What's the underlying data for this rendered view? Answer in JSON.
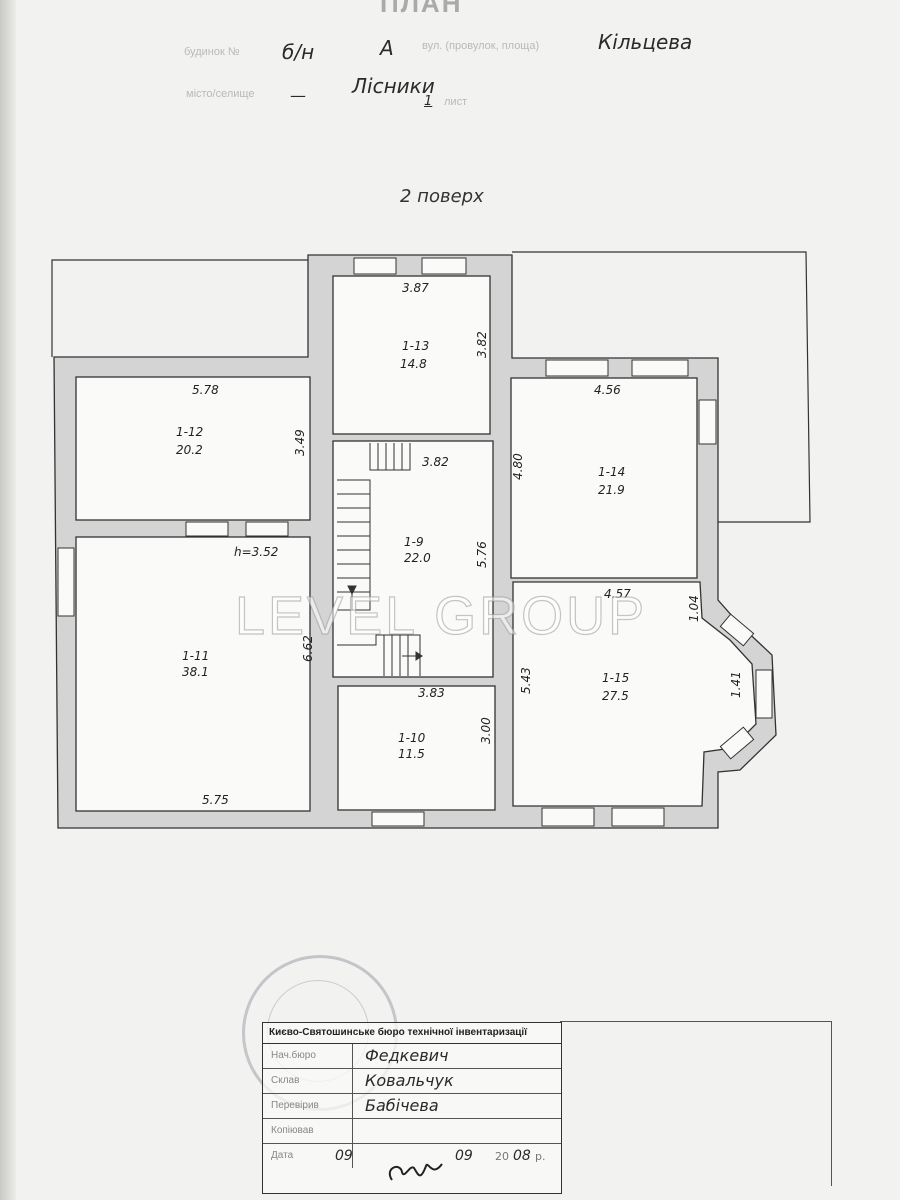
{
  "header": {
    "title": "ПЛАН",
    "house_no_label": "будинок №",
    "house_no": "б/н",
    "letter": "А",
    "street_label": "вул. (провулок, площа)",
    "street": "Кільцева",
    "village_label": "місто/селище",
    "village_dash": "—",
    "village": "Лісники",
    "sheet": "1",
    "sheet_unit": "лист"
  },
  "floor_title": "2 поверх",
  "watermark": "LEVEL GROUP",
  "rooms": [
    {
      "id": "1-12",
      "area": "20.2"
    },
    {
      "id": "1-13",
      "area": "14.8"
    },
    {
      "id": "1-14",
      "area": "21.9"
    },
    {
      "id": "1-9",
      "area": "22.0"
    },
    {
      "id": "1-11",
      "area": "38.1"
    },
    {
      "id": "1-10",
      "area": "11.5"
    },
    {
      "id": "1-15",
      "area": "27.5"
    }
  ],
  "dimensions": {
    "r12_w": "5.78",
    "r12_h": "3.49",
    "r13_w": "3.87",
    "r13_h": "3.82",
    "r14_w": "4.56",
    "r14_h": "4.80",
    "r9_w": "3.82",
    "r9_h": "5.76",
    "r11_height_note": "h=3.52",
    "r11_h": "6.62",
    "r11_w": "5.75",
    "r10_w": "3.83",
    "r10_h": "3.00",
    "r15_w": "4.57",
    "r15_bay_top": "1.04",
    "r15_bay_mid": "1.41",
    "r15_h": "5.43"
  },
  "title_block": {
    "organization": "Києво-Святошинське бюро технічної інвентаризації",
    "rows": [
      {
        "label": "Нач.бюро",
        "value": "Федкевич"
      },
      {
        "label": "Склав",
        "value": "Ковальчук"
      },
      {
        "label": "Перевірив",
        "value": "Бабічева"
      },
      {
        "label": "Копіював",
        "value": ""
      },
      {
        "label": "Дата",
        "value": ""
      }
    ],
    "date_day": "09",
    "date_month": "09",
    "date_year_prefix": "20",
    "date_year": "08",
    "date_suffix": "р."
  }
}
